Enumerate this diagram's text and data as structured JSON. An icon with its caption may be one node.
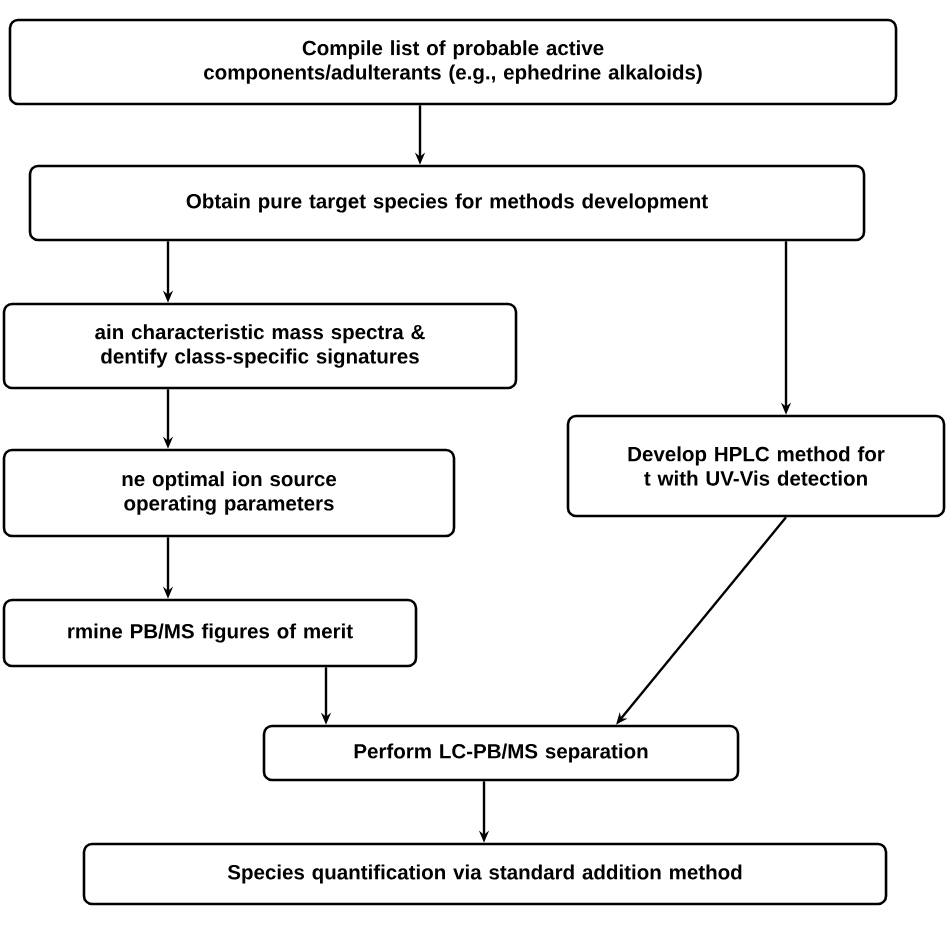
{
  "diagram": {
    "nodes": [
      {
        "text": [
          "Compile list of probable active components/adulterants (e.g., ephedrine alkaloids)"
        ]
      },
      {
        "text": [
          "Obtain pure target species for methods development"
        ]
      },
      {
        "text": [
          "ain characteristic mass spectra & dentify class-specific signatures"
        ]
      },
      {
        "text": [
          "ne optimal ion source operating parameters"
        ]
      },
      {
        "text": [
          "rmine PB/MS figures of merit"
        ]
      },
      {
        "text": [
          "Develop HPLC method for t with UV-Vis detection"
        ]
      },
      {
        "text": [
          "Perform LC-PB/MS separation"
        ]
      },
      {
        "text": [
          "Species quantification via standard addition method"
        ]
      }
    ],
    "edges": [
      {
        "from": 0,
        "to": 1,
        "arrow": "to"
      },
      {
        "from": 1,
        "to": 2,
        "arrow": "to"
      },
      {
        "from": 1,
        "to": 5,
        "arrow": "to"
      },
      {
        "from": 2,
        "to": 3,
        "arrow": "to"
      },
      {
        "from": 3,
        "to": 4,
        "arrow": "to"
      },
      {
        "from": 4,
        "to": 6,
        "arrow": "to"
      },
      {
        "from": 5,
        "to": 6,
        "arrow": "to"
      },
      {
        "from": 6,
        "to": 7,
        "arrow": "to"
      }
    ]
  }
}
